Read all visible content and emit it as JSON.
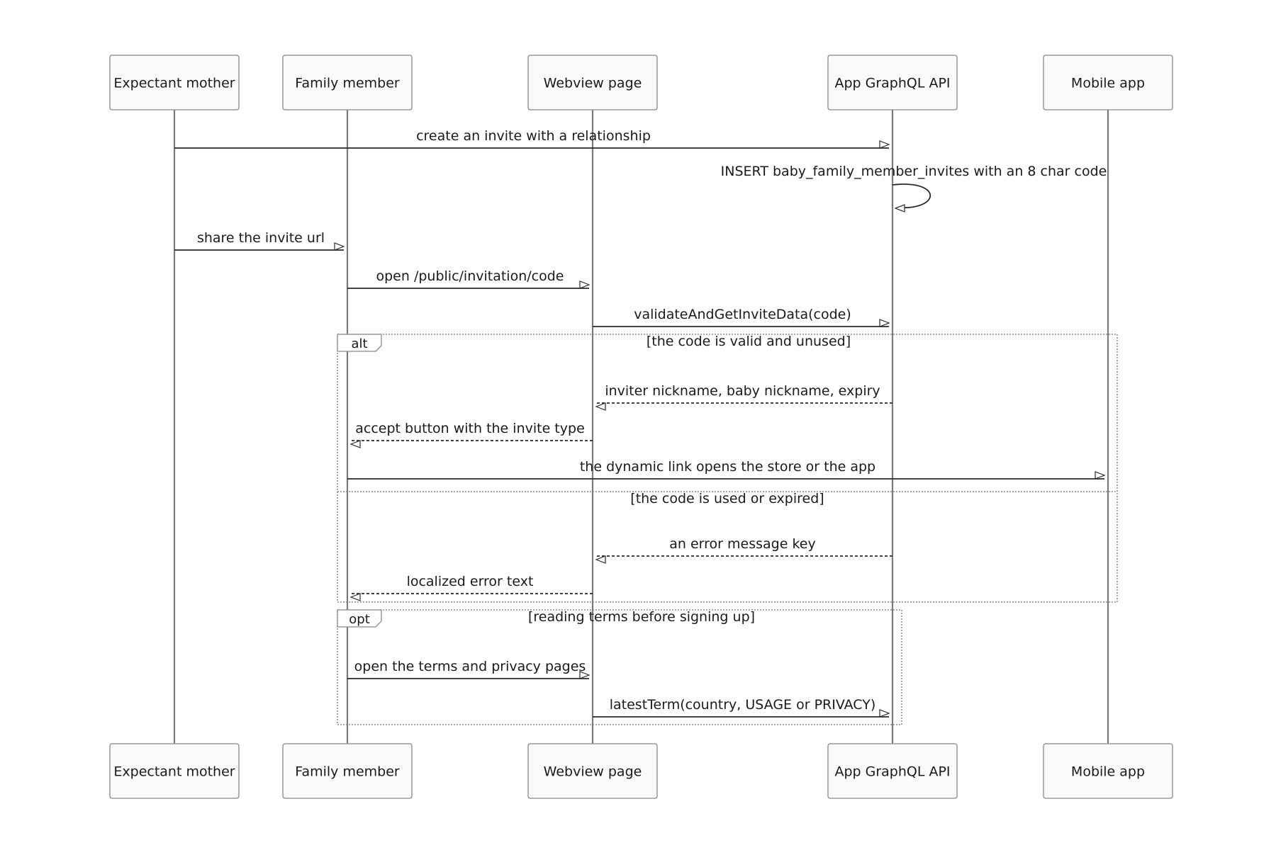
{
  "diagram": {
    "type": "sequence",
    "participants": [
      {
        "id": "mother",
        "label": "Expectant mother"
      },
      {
        "id": "family",
        "label": "Family member"
      },
      {
        "id": "webview",
        "label": "Webview page"
      },
      {
        "id": "api",
        "label": "App GraphQL API"
      },
      {
        "id": "mobile",
        "label": "Mobile app"
      }
    ],
    "messages": [
      {
        "from": "mother",
        "to": "api",
        "text": "create an invite with a relationship",
        "style": "solid"
      },
      {
        "from": "api",
        "to": "api",
        "text": "INSERT baby_family_member_invites with an 8 char code",
        "style": "solid"
      },
      {
        "from": "mother",
        "to": "family",
        "text": "share the invite url",
        "style": "solid"
      },
      {
        "from": "family",
        "to": "webview",
        "text": "open /public/invitation/code",
        "style": "solid"
      },
      {
        "from": "webview",
        "to": "api",
        "text": "validateAndGetInviteData(code)",
        "style": "solid"
      },
      {
        "from": "api",
        "to": "webview",
        "text": "inviter nickname, baby nickname, expiry",
        "style": "dashed"
      },
      {
        "from": "webview",
        "to": "family",
        "text": "accept button with the invite type",
        "style": "dashed"
      },
      {
        "from": "family",
        "to": "mobile",
        "text": "the dynamic link opens the store or the app",
        "style": "solid"
      },
      {
        "from": "api",
        "to": "webview",
        "text": "an error message key",
        "style": "dashed"
      },
      {
        "from": "webview",
        "to": "family",
        "text": "localized error text",
        "style": "dashed"
      },
      {
        "from": "family",
        "to": "webview",
        "text": "open the terms and privacy pages",
        "style": "solid"
      },
      {
        "from": "webview",
        "to": "api",
        "text": "latestTerm(country, USAGE or PRIVACY)",
        "style": "solid"
      }
    ],
    "frames": [
      {
        "kind": "alt",
        "sections": [
          "[the code is valid and unused]",
          "[the code is used or expired]"
        ]
      },
      {
        "kind": "opt",
        "sections": [
          "[reading terms before signing up]"
        ]
      }
    ]
  }
}
